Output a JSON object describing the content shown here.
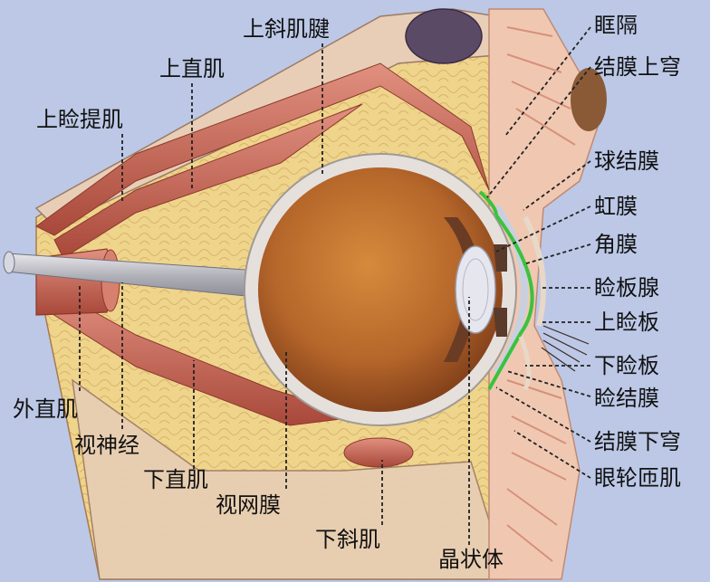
{
  "labels": {
    "shang_jian_ti_ji": "上睑提肌",
    "shang_zhi_ji": "上直肌",
    "shang_xie_ji_jian": "上斜肌腱",
    "kuang_ge": "眶隔",
    "jie_mo_shang_qiong": "结膜上穹",
    "qiu_jie_mo": "球结膜",
    "hong_mo": "虹膜",
    "jiao_mo": "角膜",
    "jian_ban_xian": "睑板腺",
    "shang_jian_ban": "上睑板",
    "xia_jian_ban": "下睑板",
    "jian_jie_mo": "睑结膜",
    "jie_mo_xia_qiong": "结膜下穹",
    "yan_lun_za_ji": "眼轮匝肌",
    "jing_zhuang_ti": "晶状体",
    "xia_xie_ji": "下斜肌",
    "shi_wang_mo": "视网膜",
    "xia_zhi_ji": "下直肌",
    "shi_shen_jing": "视神经",
    "wai_zhi_ji": "外直肌"
  },
  "colors": {
    "background": "#bcc8e6",
    "fat": "#efd48c",
    "muscle": "#c86a5a",
    "globe": "#b56a2a",
    "conjunctiva_highlight": "#3cc23c",
    "leader_line": "#222222"
  }
}
